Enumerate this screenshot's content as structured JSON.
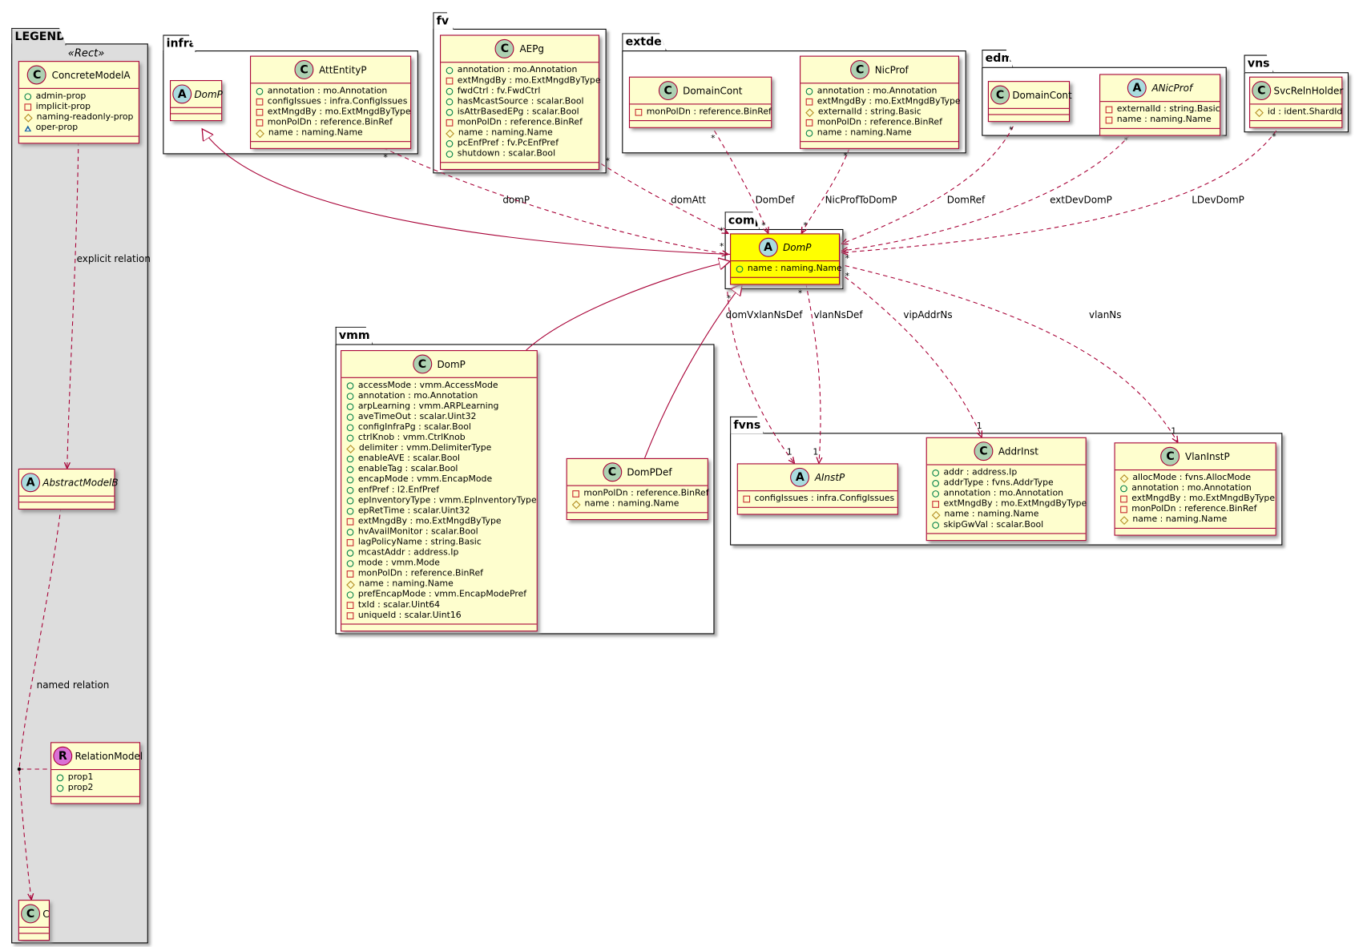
{
  "packages": {
    "legend": "LEGEND",
    "infra": "infra",
    "fv": "fv",
    "extdev": "extdev",
    "edm": "edm",
    "vns": "vns",
    "comp": "comp",
    "vmm": "vmm",
    "fvns": "fvns"
  },
  "legend": {
    "stereotype": "«Rect»",
    "explicit_relation": "explicit relation",
    "named_relation": "named relation"
  },
  "classes": {
    "legend_concrete": {
      "name": "ConcreteModelA",
      "kind": "C",
      "attrs": [
        {
          "vis": "public",
          "text": "admin-prop"
        },
        {
          "vis": "private",
          "text": "implicit-prop"
        },
        {
          "vis": "protected",
          "text": "naming-readonly-prop"
        },
        {
          "vis": "package",
          "text": "oper-prop"
        }
      ]
    },
    "legend_abstract": {
      "name": "AbstractModelB",
      "kind": "A",
      "attrs": []
    },
    "legend_relation": {
      "name": "RelationModel",
      "kind": "R",
      "attrs": [
        {
          "vis": "public",
          "text": "prop1"
        },
        {
          "vis": "public",
          "text": "prop2"
        }
      ]
    },
    "legend_c": {
      "name": "C",
      "kind": "C",
      "attrs": []
    },
    "infra_domp": {
      "name": "DomP",
      "kind": "A",
      "attrs": []
    },
    "infra_attentityp": {
      "name": "AttEntityP",
      "kind": "C",
      "attrs": [
        {
          "vis": "public",
          "text": "annotation : mo.Annotation"
        },
        {
          "vis": "private",
          "text": "configIssues : infra.ConfigIssues"
        },
        {
          "vis": "private",
          "text": "extMngdBy : mo.ExtMngdByType"
        },
        {
          "vis": "private",
          "text": "monPolDn : reference.BinRef"
        },
        {
          "vis": "protected",
          "text": "name : naming.Name"
        }
      ]
    },
    "fv_aepg": {
      "name": "AEPg",
      "kind": "C",
      "attrs": [
        {
          "vis": "public",
          "text": "annotation : mo.Annotation"
        },
        {
          "vis": "private",
          "text": "extMngdBy : mo.ExtMngdByType"
        },
        {
          "vis": "public",
          "text": "fwdCtrl : fv.FwdCtrl"
        },
        {
          "vis": "public",
          "text": "hasMcastSource : scalar.Bool"
        },
        {
          "vis": "public",
          "text": "isAttrBasedEPg : scalar.Bool"
        },
        {
          "vis": "private",
          "text": "monPolDn : reference.BinRef"
        },
        {
          "vis": "protected",
          "text": "name : naming.Name"
        },
        {
          "vis": "public",
          "text": "pcEnfPref : fv.PcEnfPref"
        },
        {
          "vis": "public",
          "text": "shutdown : scalar.Bool"
        }
      ]
    },
    "extdev_domaincont": {
      "name": "DomainCont",
      "kind": "C",
      "attrs": [
        {
          "vis": "private",
          "text": "monPolDn : reference.BinRef"
        }
      ]
    },
    "extdev_nicprof": {
      "name": "NicProf",
      "kind": "C",
      "attrs": [
        {
          "vis": "public",
          "text": "annotation : mo.Annotation"
        },
        {
          "vis": "private",
          "text": "extMngdBy : mo.ExtMngdByType"
        },
        {
          "vis": "protected",
          "text": "externalId : string.Basic"
        },
        {
          "vis": "private",
          "text": "monPolDn : reference.BinRef"
        },
        {
          "vis": "public",
          "text": "name : naming.Name"
        }
      ]
    },
    "edm_domaincont": {
      "name": "DomainCont",
      "kind": "C",
      "attrs": []
    },
    "edm_anicprof": {
      "name": "ANicProf",
      "kind": "A",
      "attrs": [
        {
          "vis": "private",
          "text": "externalId : string.Basic"
        },
        {
          "vis": "private",
          "text": "name : naming.Name"
        }
      ]
    },
    "vns_svcrelnholder": {
      "name": "SvcRelnHolder",
      "kind": "C",
      "attrs": [
        {
          "vis": "protected",
          "text": "id : ident.ShardId"
        }
      ]
    },
    "comp_domp": {
      "name": "DomP",
      "kind": "A",
      "attrs": [
        {
          "vis": "public",
          "text": "name : naming.Name"
        }
      ]
    },
    "vmm_domp": {
      "name": "DomP",
      "kind": "C",
      "attrs": [
        {
          "vis": "public",
          "text": "accessMode : vmm.AccessMode"
        },
        {
          "vis": "public",
          "text": "annotation : mo.Annotation"
        },
        {
          "vis": "public",
          "text": "arpLearning : vmm.ARPLearning"
        },
        {
          "vis": "public",
          "text": "aveTimeOut : scalar.Uint32"
        },
        {
          "vis": "public",
          "text": "configInfraPg : scalar.Bool"
        },
        {
          "vis": "public",
          "text": "ctrlKnob : vmm.CtrlKnob"
        },
        {
          "vis": "protected",
          "text": "delimiter : vmm.DelimiterType"
        },
        {
          "vis": "public",
          "text": "enableAVE : scalar.Bool"
        },
        {
          "vis": "public",
          "text": "enableTag : scalar.Bool"
        },
        {
          "vis": "public",
          "text": "encapMode : vmm.EncapMode"
        },
        {
          "vis": "public",
          "text": "enfPref : l2.EnfPref"
        },
        {
          "vis": "public",
          "text": "epInventoryType : vmm.EpInventoryType"
        },
        {
          "vis": "public",
          "text": "epRetTime : scalar.Uint32"
        },
        {
          "vis": "private",
          "text": "extMngdBy : mo.ExtMngdByType"
        },
        {
          "vis": "public",
          "text": "hvAvailMonitor : scalar.Bool"
        },
        {
          "vis": "private",
          "text": "lagPolicyName : string.Basic"
        },
        {
          "vis": "public",
          "text": "mcastAddr : address.Ip"
        },
        {
          "vis": "public",
          "text": "mode : vmm.Mode"
        },
        {
          "vis": "private",
          "text": "monPolDn : reference.BinRef"
        },
        {
          "vis": "protected",
          "text": "name : naming.Name"
        },
        {
          "vis": "public",
          "text": "prefEncapMode : vmm.EncapModePref"
        },
        {
          "vis": "private",
          "text": "txId : scalar.Uint64"
        },
        {
          "vis": "private",
          "text": "uniqueId : scalar.Uint16"
        }
      ]
    },
    "vmm_dompdef": {
      "name": "DomPDef",
      "kind": "C",
      "attrs": [
        {
          "vis": "private",
          "text": "monPolDn : reference.BinRef"
        },
        {
          "vis": "protected",
          "text": "name : naming.Name"
        }
      ]
    },
    "fvns_ainstp": {
      "name": "AInstP",
      "kind": "A",
      "attrs": [
        {
          "vis": "private",
          "text": "configIssues : infra.ConfigIssues"
        }
      ]
    },
    "fvns_addrinst": {
      "name": "AddrInst",
      "kind": "C",
      "attrs": [
        {
          "vis": "public",
          "text": "addr : address.Ip"
        },
        {
          "vis": "public",
          "text": "addrType : fvns.AddrType"
        },
        {
          "vis": "public",
          "text": "annotation : mo.Annotation"
        },
        {
          "vis": "private",
          "text": "extMngdBy : mo.ExtMngdByType"
        },
        {
          "vis": "protected",
          "text": "name : naming.Name"
        },
        {
          "vis": "public",
          "text": "skipGwVal : scalar.Bool"
        }
      ]
    },
    "fvns_vlaninstp": {
      "name": "VlanInstP",
      "kind": "C",
      "attrs": [
        {
          "vis": "protected",
          "text": "allocMode : fvns.AllocMode"
        },
        {
          "vis": "public",
          "text": "annotation : mo.Annotation"
        },
        {
          "vis": "private",
          "text": "extMngdBy : mo.ExtMngdByType"
        },
        {
          "vis": "private",
          "text": "monPolDn : reference.BinRef"
        },
        {
          "vis": "protected",
          "text": "name : naming.Name"
        }
      ]
    }
  },
  "relations": {
    "domP": "domP",
    "domAtt": "domAtt",
    "DomDef": "DomDef",
    "NicProfToDomP": "NicProfToDomP",
    "DomRef": "DomRef",
    "extDevDomP": "extDevDomP",
    "LDevDomP": "LDevDomP",
    "domVxlanNsDef": "domVxlanNsDef",
    "vlanNsDef": "vlanNsDef",
    "vipAddrNs": "vipAddrNs",
    "vlanNs": "vlanNs"
  },
  "multiplicity": {
    "many": "*",
    "one": "1"
  },
  "colors": {
    "line": "#A80036",
    "class_bg": "#FEFECE",
    "highlight": "#FFFF00",
    "legend_bg": "#DDDDDD",
    "badge_C": "#ADD1B2",
    "badge_A": "#A9DCDF",
    "badge_R": "#DA70D6"
  }
}
